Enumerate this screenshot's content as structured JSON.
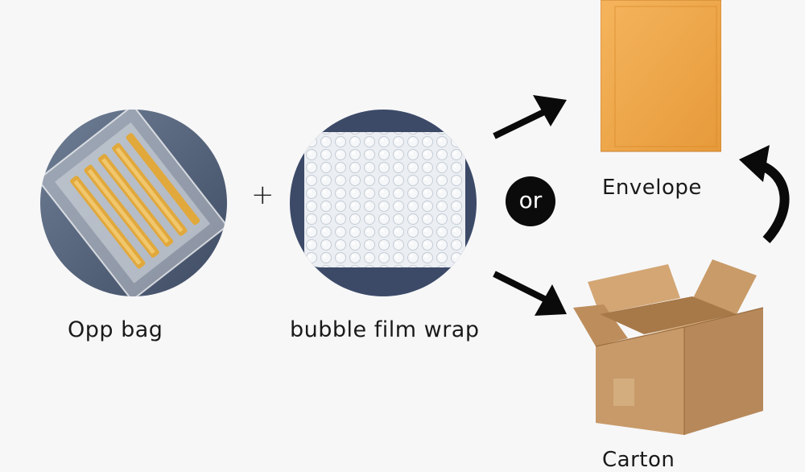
{
  "items": {
    "opp_bag": {
      "label": "Opp bag"
    },
    "bubble_wrap": {
      "label": "bubble film wrap"
    },
    "envelope": {
      "label": "Envelope"
    },
    "carton": {
      "label": "Carton"
    }
  },
  "connectors": {
    "plus": "+",
    "or": "or"
  },
  "colors": {
    "background": "#f7f7f8",
    "envelope": "#f0a64a",
    "carton": "#c79a6a",
    "badge": "#0b0b0b"
  },
  "icons": [
    "arrow-up-right-icon",
    "arrow-down-right-icon",
    "curved-arrow-icon"
  ]
}
